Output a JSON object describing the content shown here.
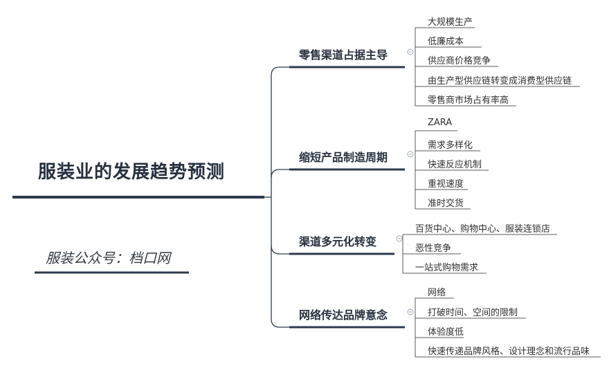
{
  "root": {
    "title": "服装业的发展趋势预测"
  },
  "watermark": {
    "text": "服装公众号：档口网"
  },
  "branches": [
    {
      "label": "零售渠道占据主导",
      "leaves": [
        "大规模生产",
        "低廉成本",
        "供应商价格竞争",
        "由生产型供应链转变成消费型供应链",
        "零售商市场占有率高"
      ]
    },
    {
      "label": "缩短产品制造周期",
      "leaves": [
        "ZARA",
        "需求多样化",
        "快速反应机制",
        "重视速度",
        "准时交货"
      ]
    },
    {
      "label": "渠道多元化转变",
      "leaves": [
        "百货中心、购物中心、服装连锁店",
        "恶性竞争",
        "一站式购物需求"
      ]
    },
    {
      "label": "网络传达品牌意念",
      "leaves": [
        "网络",
        "打破时间、空间的限制",
        "体验度低",
        "快速传递品牌风格、设计理念和流行品味"
      ]
    }
  ],
  "colors": {
    "dark_line": "#2d3a4d",
    "thin_line": "#5a5a5a",
    "text": "#26303f"
  },
  "icons": {
    "collapse": "minus-circle-icon"
  }
}
